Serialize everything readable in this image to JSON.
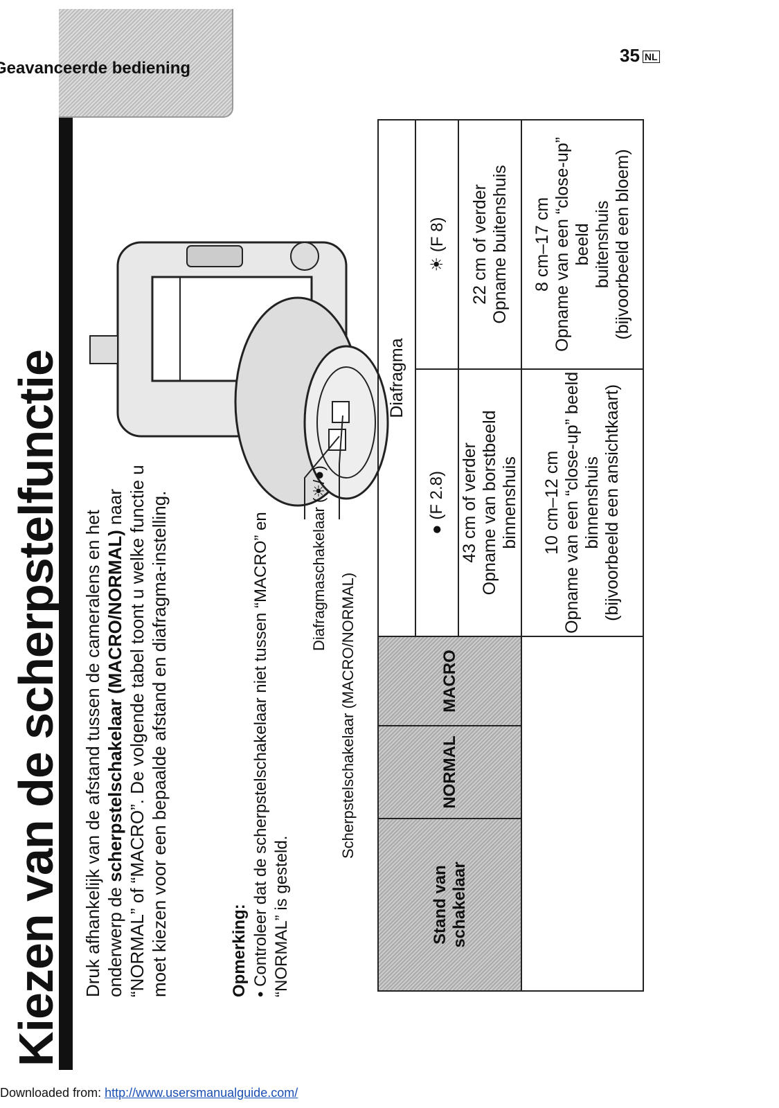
{
  "header_tab": "Geavanceerde bediening",
  "page_title": "Kiezen van de scherpstelfunctie",
  "intro": {
    "p1": "Druk afhankelijk van de afstand tussen de cameralens en het onderwerp de",
    "bold1": "scherpstelschakelaar (MACRO/NORMAL)",
    "p2": " naar “NORMAL” of “MACRO”. De volgende tabel toont u welke functie u moet kiezen voor een bepaalde afstand en diafragma-instelling."
  },
  "note": {
    "heading": "Opmerking:",
    "text": "• Controleer dat de scherpstelschakelaar niet tussen “MACRO” en “NORMAL” is gesteld."
  },
  "labels": {
    "aperture_switch": "Diafragmaschakelaar (☀/●)",
    "focus_switch": "Scherpstelschakelaar (MACRO/NORMAL)"
  },
  "table": {
    "corner": "Stand van schakelaar",
    "group_header": "Diafragma",
    "col1": "● (F 2.8)",
    "col2": "☀ (F 8)",
    "rows": [
      {
        "name": "NORMAL",
        "c1": [
          "43 cm of verder",
          "Opname van borstbeeld binnenshuis"
        ],
        "c2": [
          "22 cm of verder",
          "Opname buitenshuis"
        ]
      },
      {
        "name": "MACRO",
        "c1": [
          "10 cm–12 cm",
          "Opname van een “close-up” beeld",
          "binnenshuis",
          "(bijvoorbeeld een ansichtkaart)"
        ],
        "c2": [
          "8 cm–17 cm",
          "Opname van een “close-up” beeld",
          "buitenshuis",
          "(bijvoorbeeld een bloem)"
        ]
      }
    ]
  },
  "page_number": "35",
  "lang_box": "NL",
  "footer": {
    "prefix": "Downloaded from: ",
    "link": "http://www.usersmanualguide.com/"
  },
  "colors": {
    "text": "#111111",
    "tab_gray": "#cccccc",
    "link": "#1a4fb3"
  }
}
